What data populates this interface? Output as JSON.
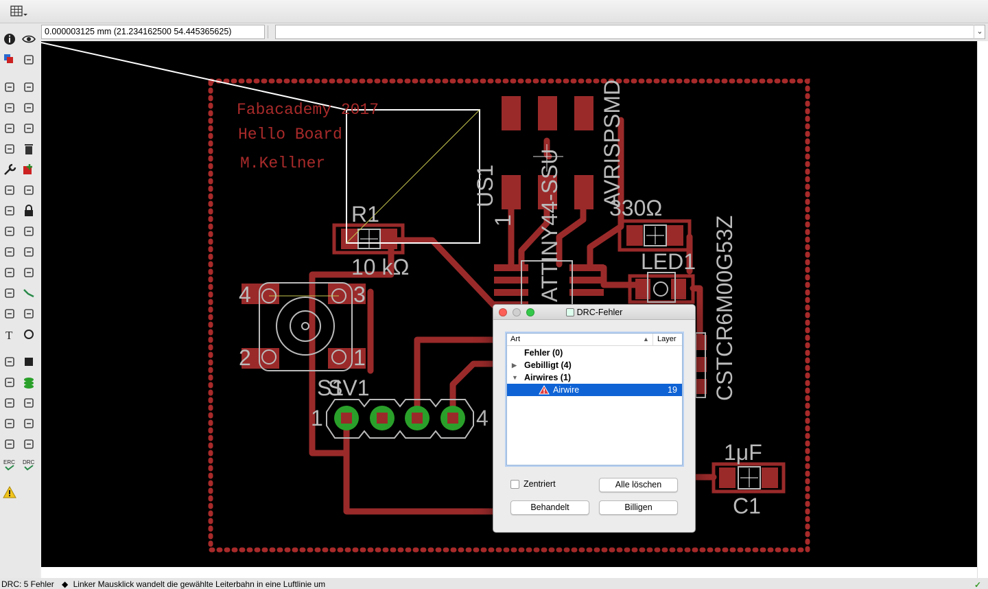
{
  "coordinate_readout": "0.000003125 mm (21.234162500 54.445365625)",
  "command_input": {
    "value": "",
    "placeholder": ""
  },
  "toolbar_icons": [
    "info-icon",
    "eye-icon",
    "layer-display-icon",
    "mark-icon",
    "select-icon",
    "move-icon",
    "mirror-icon",
    "rotate-icon",
    "align-icon",
    "copy-icon",
    "paste-icon",
    "delete-icon",
    "wrench-icon",
    "add-icon",
    "replace-icon",
    "swap-icon",
    "group-icon",
    "lock-icon",
    "name-icon",
    "value-icon",
    "smash-icon",
    "miter-icon",
    "split-icon",
    "optimize-icon",
    "meander-icon",
    "route-icon",
    "ripup-icon",
    "wire-icon",
    "text-icon",
    "circle-icon",
    "arc-icon",
    "rect-icon",
    "polygon-icon",
    "via-icon",
    "signal-icon",
    "hole-icon",
    "attribute-icon",
    "dimension-icon",
    "ratsnest-icon",
    "autorouter-icon",
    "erc-icon",
    "drc-icon",
    "errors-icon"
  ],
  "colors": {
    "canvas": "#000000",
    "copper": "#9a2a2a",
    "silk": "#bbbbbb",
    "label_dark_red": "#a82a2a",
    "selection": "#0f63d5"
  },
  "board": {
    "text_lines": [
      "Fabacademy 2017",
      "Hello Board",
      "M.Kellner"
    ],
    "labels": {
      "r1": "R1",
      "r1_value": "10 kΩ",
      "us1": "US1",
      "us1_pin1": "1",
      "attiny": "ATTINY44-SSU",
      "avrisp": "AVRISPSMD",
      "r330": "330Ω",
      "led_name": "LED1",
      "resonator": "CSTCR6M00G53Z",
      "c1_value": "1μF",
      "c1": "C1",
      "sw": "S1",
      "sv1": "SV1",
      "sv_pin1": "1",
      "sv_pin4": "4",
      "sw_pin4": "4",
      "sw_pin3": "3",
      "sw_pin2": "2",
      "sw_pin1": "1"
    }
  },
  "drc_dialog": {
    "title": "DRC-Fehler",
    "col_type": "Art",
    "col_layer": "Layer",
    "rows": [
      {
        "label": "Fehler (0)",
        "layer": ""
      },
      {
        "label": "Gebilligt (4)",
        "layer": ""
      },
      {
        "label": "Airwires (1)",
        "layer": ""
      },
      {
        "label": "Airwire",
        "layer": "19"
      }
    ],
    "centered_label": "Zentriert",
    "clear_all": "Alle löschen",
    "processed": "Behandelt",
    "approve": "Billigen"
  },
  "status": {
    "drc_summary": "DRC: 5 Fehler",
    "message": "Linker Mausklick wandelt die gewählte Leiterbahn in eine Luftlinie um"
  }
}
